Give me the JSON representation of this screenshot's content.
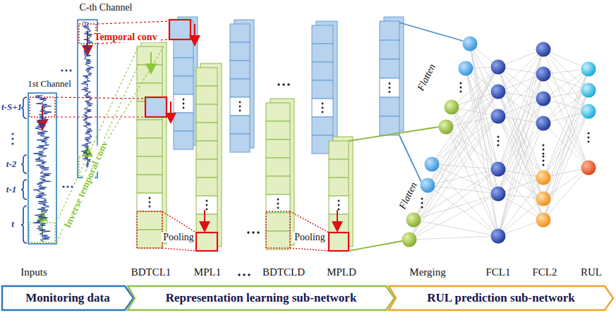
{
  "diagram": {
    "nodes": [
      {
        "text": [
          "Monitoring data"
        ]
      },
      {
        "text": [
          "Representation learning sub-network"
        ]
      },
      {
        "text": [
          "RUL prediction sub-network"
        ]
      }
    ],
    "labels": [
      "C-th Channel",
      "1st Channel",
      "Temporal conv",
      "Inverse temporal conv",
      "t-S+1",
      "t-2",
      "t-1",
      "t",
      "Pooling",
      "Pooling",
      "Flatten",
      "Flatten",
      "Inputs",
      "BDTCL1",
      "MPL1",
      "BDTCLD",
      "MPLD",
      "Merging",
      "FCL1",
      "FCL2",
      "RUL"
    ]
  }
}
